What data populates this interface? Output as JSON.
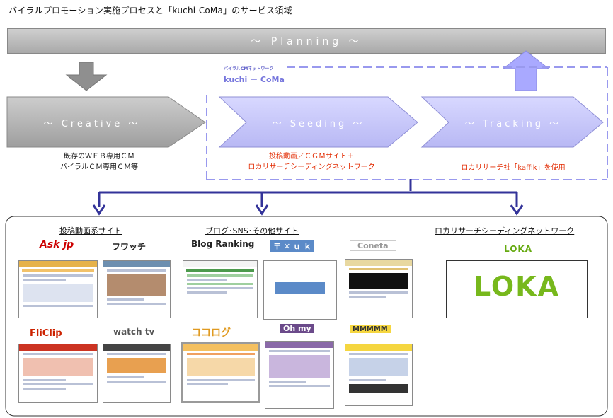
{
  "page_title": "バイラルプロモーション実施プロセスと「kuchi-CoMa」のサービス領域",
  "planning": {
    "label": "～ Planning ～"
  },
  "stages": {
    "creative": {
      "label": "～ Creative ～",
      "caption_lines": [
        "既存のＷＥＢ専用ＣＭ",
        "バイラルＣＭ専用ＣＭ等"
      ]
    },
    "seeding": {
      "label": "～ Seeding ～",
      "caption_lines": [
        "投稿動画／ＣＧＭサイト＋",
        "ロカリサーチシーディングネットワーク"
      ]
    },
    "tracking": {
      "label": "～ Tracking ～",
      "caption_lines": [
        "ロカリサーチ社「kaffik」を使用"
      ]
    }
  },
  "service_area": {
    "subtitle": "バイラルCMネットワーク",
    "name": "kuchi － CoMa"
  },
  "categories": {
    "video_sites": "投稿動画系サイト",
    "blog_sites": "ブログ･SNS･その他サイト",
    "network": "ロカリサーチシーディングネットワーク"
  },
  "logos": {
    "ask": "Ask jp",
    "fuwafuwa": "フワッチ",
    "blog_ranking": "Blog Ranking",
    "yuubin": "〒 ✕ ｕ ｋ",
    "cocolog_top": "Coneta",
    "loka_small": "LOKA",
    "loka_big": "LOKA",
    "fliclip": "FliClip",
    "watchtv": "watch tv",
    "cocolog": "ココログ",
    "ohmy": "Oh my",
    "yellow_site": "MMMMM"
  },
  "colors": {
    "gray_stage": "#a8a8a8",
    "lavender_stage": "#ccccff",
    "dash_border": "#9999ee",
    "connector": "#333399",
    "red_caption": "#e22a00"
  }
}
